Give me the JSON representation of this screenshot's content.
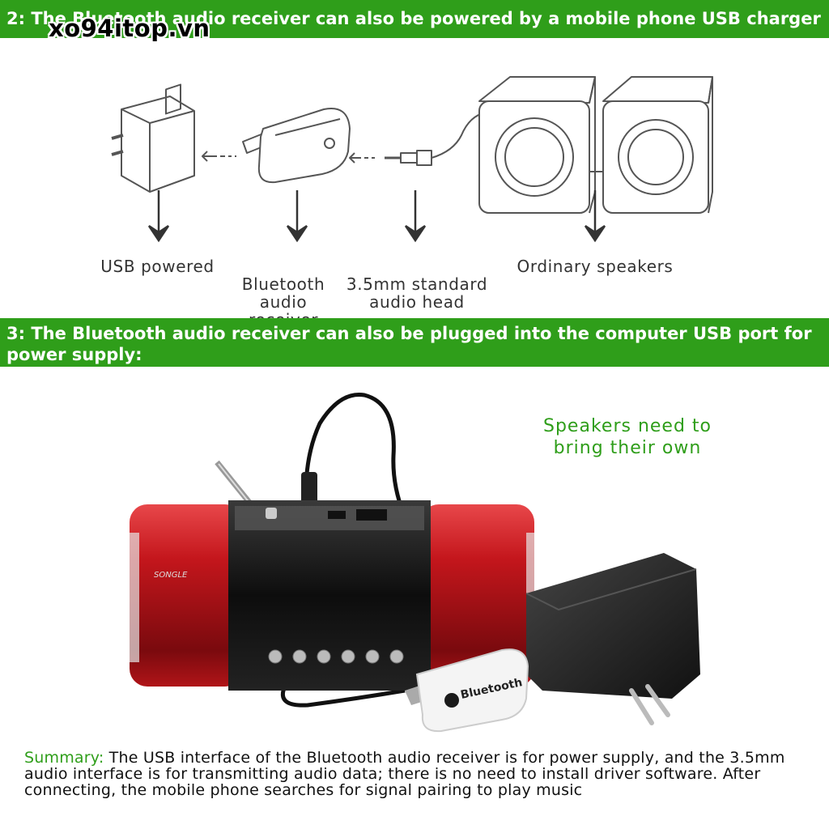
{
  "watermark": "xo94itop.vn",
  "section2": {
    "heading": "2: The Bluetooth audio receiver can also be powered by a mobile phone USB charger",
    "labels": {
      "usb_powered": "USB powered",
      "bt_receiver": "Bluetooth\naudio\nreceiver",
      "audio_head": "3.5mm standard\naudio head",
      "speakers": "Ordinary speakers"
    }
  },
  "section3": {
    "heading": "3: The Bluetooth audio receiver can also be plugged into the computer USB port for power supply:",
    "speaker_note": "Speakers need to\nbring their own",
    "dongle_label": "Bluetooth"
  },
  "summary": {
    "label": "Summary:",
    "text": " The USB interface of the Bluetooth audio receiver is for power supply, and the 3.5mm audio interface is for transmitting audio data; there is no need to install driver software. After connecting, the mobile phone searches for signal pairing to play music"
  },
  "colors": {
    "banner": "#2f9e1a",
    "accent_green": "#2f9e1a",
    "speaker_red": "#c4161c"
  }
}
